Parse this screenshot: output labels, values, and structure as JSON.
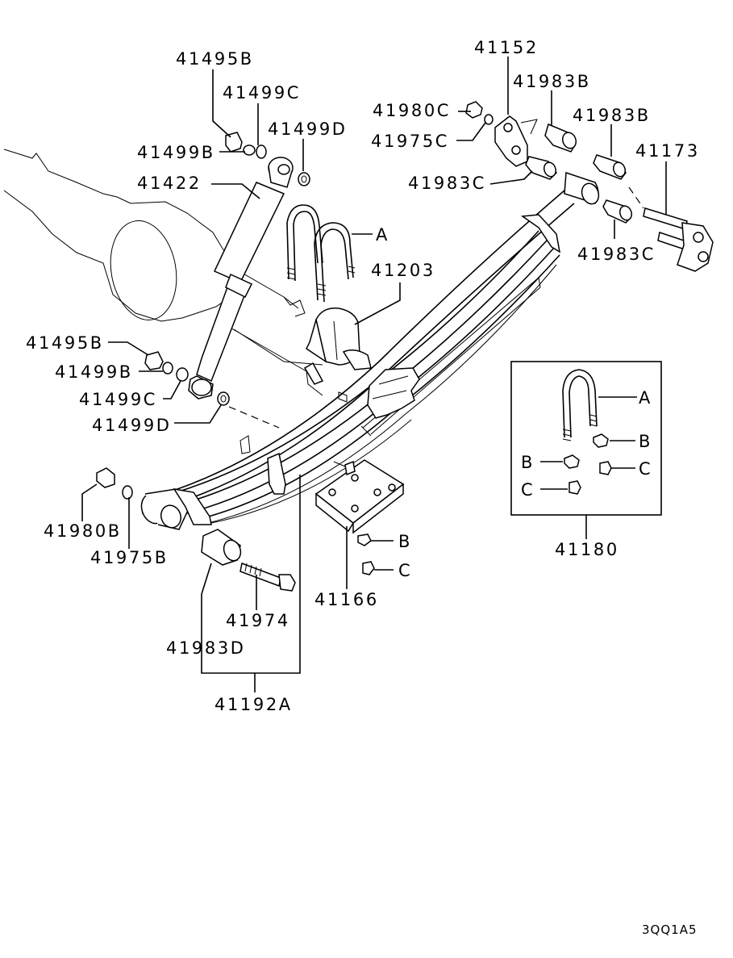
{
  "labels": {
    "p41495B_top": "41495B",
    "p41499C_top": "41499C",
    "p41499D_top": "41499D",
    "p41499B_top": "41499B",
    "p41422": "41422",
    "p41152": "41152",
    "p41983B_a": "41983B",
    "p41980C": "41980C",
    "p41975C": "41975C",
    "p41983B_b": "41983B",
    "p41173": "41173",
    "p41983C_a": "41983C",
    "p41983C_b": "41983C",
    "callout_A": "A",
    "p41203": "41203",
    "p41495B_left": "41495B",
    "p41499B_left": "41499B",
    "p41499C_left": "41499C",
    "p41499D_left": "41499D",
    "p41980B": "41980B",
    "p41975B": "41975B",
    "p41974": "41974",
    "p41983D": "41983D",
    "p41192A": "41192A",
    "p41166": "41166",
    "callout_B_plate": "B",
    "callout_C_plate": "C"
  },
  "inset": {
    "label_A": "A",
    "label_B_right": "B",
    "label_B_left": "B",
    "label_C_right": "C",
    "label_C_left": "C",
    "part_number": "41180"
  },
  "diagram_ref": "3QQ1A5"
}
